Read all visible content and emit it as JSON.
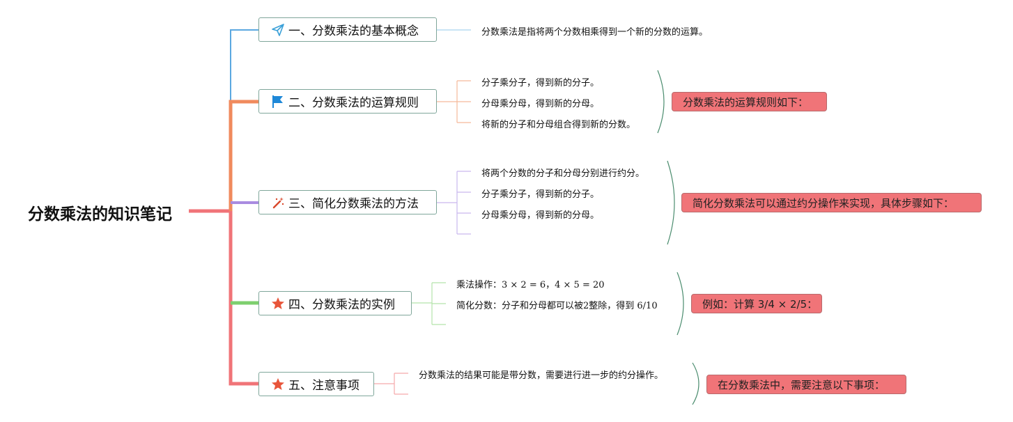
{
  "root": {
    "title": "分数乘法的知识笔记"
  },
  "colors": {
    "root_line": "#f07478",
    "branch1": "#5ba8e0",
    "branch2": "#f08a5d",
    "branch3": "#a98be0",
    "branch4": "#7dcf6e",
    "branch5": "#f07478",
    "summary_fill": "#f07478",
    "brace": "#4a8c6e"
  },
  "branches": [
    {
      "icon": "paper-plane-icon",
      "label": "一、分数乘法的基本概念",
      "leaves": [
        "分数乘法是指将两个分数相乘得到一个新的分数的运算。"
      ],
      "summary": ""
    },
    {
      "icon": "flag-icon",
      "label": "二、分数乘法的运算规则",
      "leaves": [
        "分子乘分子，得到新的分子。",
        "分母乘分母，得到新的分母。",
        "将新的分子和分母组合得到新的分数。"
      ],
      "summary": "分数乘法的运算规则如下："
    },
    {
      "icon": "magic-wand-icon",
      "label": "三、简化分数乘法的方法",
      "leaves": [
        "将两个分数的分子和分母分别进行约分。",
        "分子乘分子，得到新的分子。",
        "分母乘分母，得到新的分母。"
      ],
      "summary": "简化分数乘法可以通过约分操作来实现，具体步骤如下："
    },
    {
      "icon": "star-icon",
      "label": "四、分数乘法的实例",
      "leaves": [
        "乘法操作：3 × 2 = 6，4 × 5 = 20",
        "简化分数：分子和分母都可以被2整除，得到 6/10"
      ],
      "summary": "例如：计算 3/4 × 2/5："
    },
    {
      "icon": "star-icon",
      "label": "五、注意事项",
      "leaves": [
        "分数乘法的结果可能是带分数，需要进行进一步的约分操作。"
      ],
      "summary": "在分数乘法中，需要注意以下事项："
    }
  ]
}
